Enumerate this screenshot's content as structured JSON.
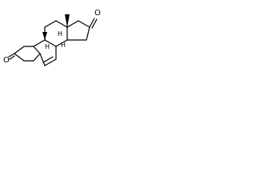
{
  "molecule": {
    "atom_labels": {
      "ketone_left": "O",
      "ketone_right": "O",
      "stereo_h_1": "H",
      "stereo_h_2": "H",
      "stereo_h_3": "H"
    },
    "colors": {
      "bond": "#000000",
      "background": "#ffffff"
    }
  }
}
